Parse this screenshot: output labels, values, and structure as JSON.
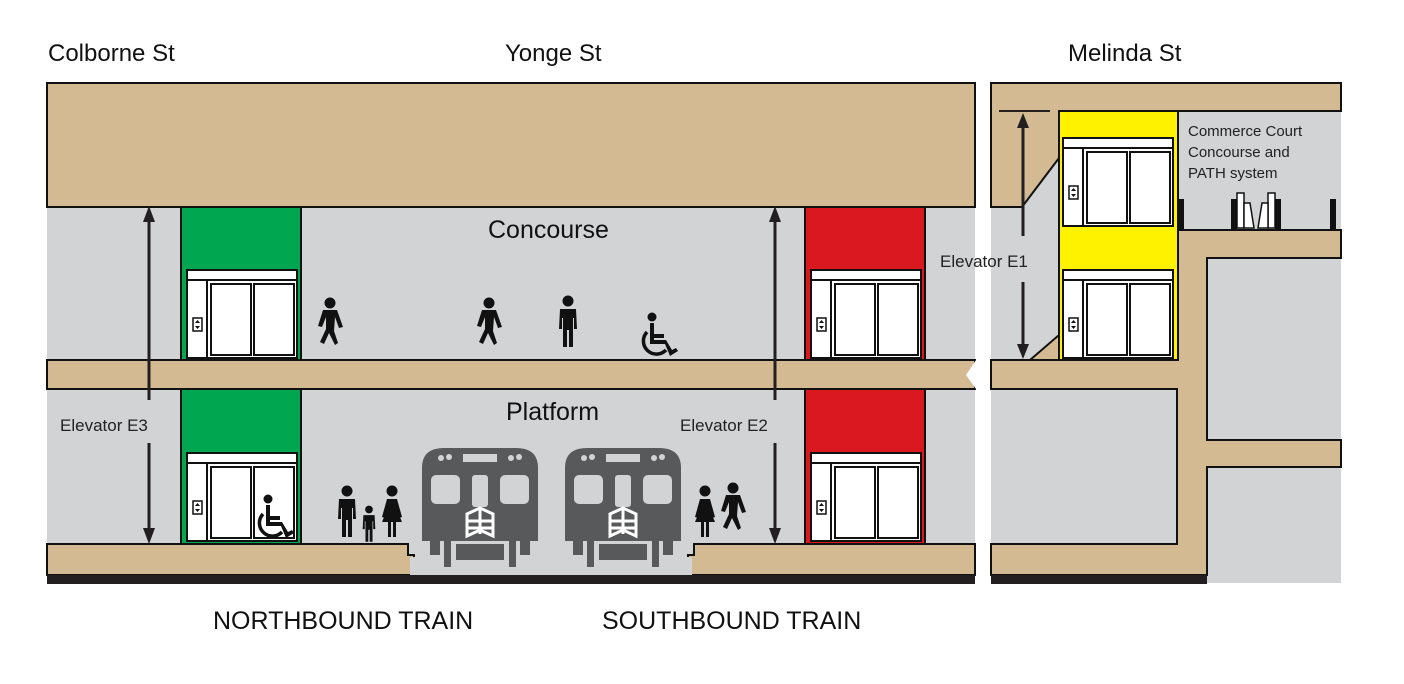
{
  "streets": {
    "left": "Colborne St",
    "center": "Yonge St",
    "right": "Melinda St"
  },
  "levels": {
    "concourse": "Concourse",
    "platform": "Platform"
  },
  "elevators": {
    "e1": {
      "label": "Elevator E1",
      "color": "#FFF200"
    },
    "e2": {
      "label": "Elevator E2",
      "color": "#D9191F"
    },
    "e3": {
      "label": "Elevator E3",
      "color": "#00A650"
    }
  },
  "connection_note": {
    "line1": "Commerce Court",
    "line2": "Concourse and",
    "line3": "PATH system"
  },
  "trains": {
    "northbound": "NORTHBOUND TRAIN",
    "southbound": "SOUTHBOUND TRAIN"
  },
  "colors": {
    "ground": "#D3BA92",
    "space": "#D1D3D4",
    "train": "#58595B",
    "track": "#231F20"
  }
}
